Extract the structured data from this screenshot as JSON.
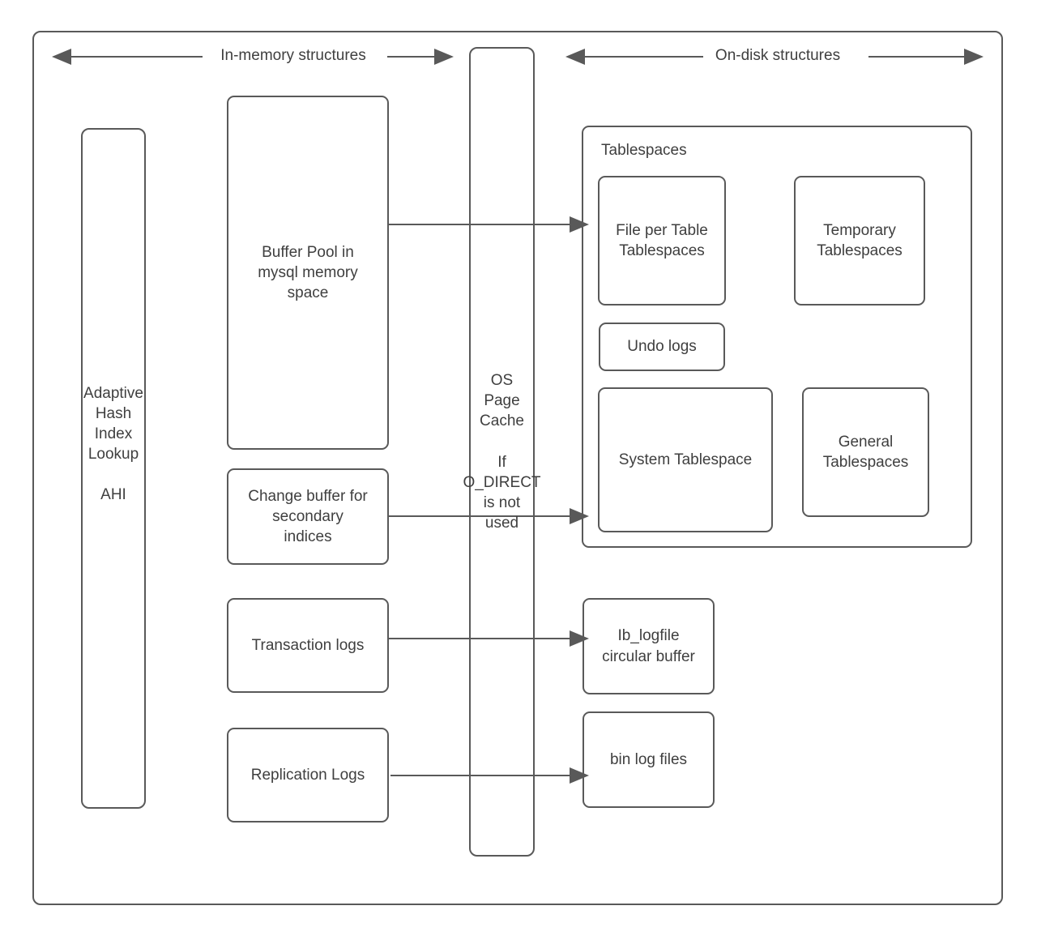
{
  "headers": {
    "in_memory": "In-memory structures",
    "on_disk": "On-disk structures"
  },
  "in_memory": {
    "ahi": "Adaptive\nHash\nIndex\nLookup\n\nAHI",
    "buffer_pool": "Buffer Pool in\nmysql memory\nspace",
    "change_buffer": "Change buffer for\nsecondary\nindices",
    "transaction_logs": "Transaction logs",
    "replication_logs": "Replication Logs"
  },
  "cache": {
    "os_page_cache": "OS\nPage\nCache\n\nIf\nO_DIRECT\nis not\nused"
  },
  "on_disk": {
    "tablespaces_label": "Tablespaces",
    "file_per_table": "File per Table\nTablespaces",
    "temporary": "Temporary\nTablespaces",
    "undo_logs": "Undo logs",
    "system_tablespace": "System Tablespace",
    "general": "General\nTablespaces",
    "ib_logfile": "Ib_logfile\ncircular buffer",
    "bin_log_files": "bin log files"
  },
  "colors": {
    "stroke": "#595959",
    "text": "#3f3f3f",
    "background": "#ffffff"
  }
}
